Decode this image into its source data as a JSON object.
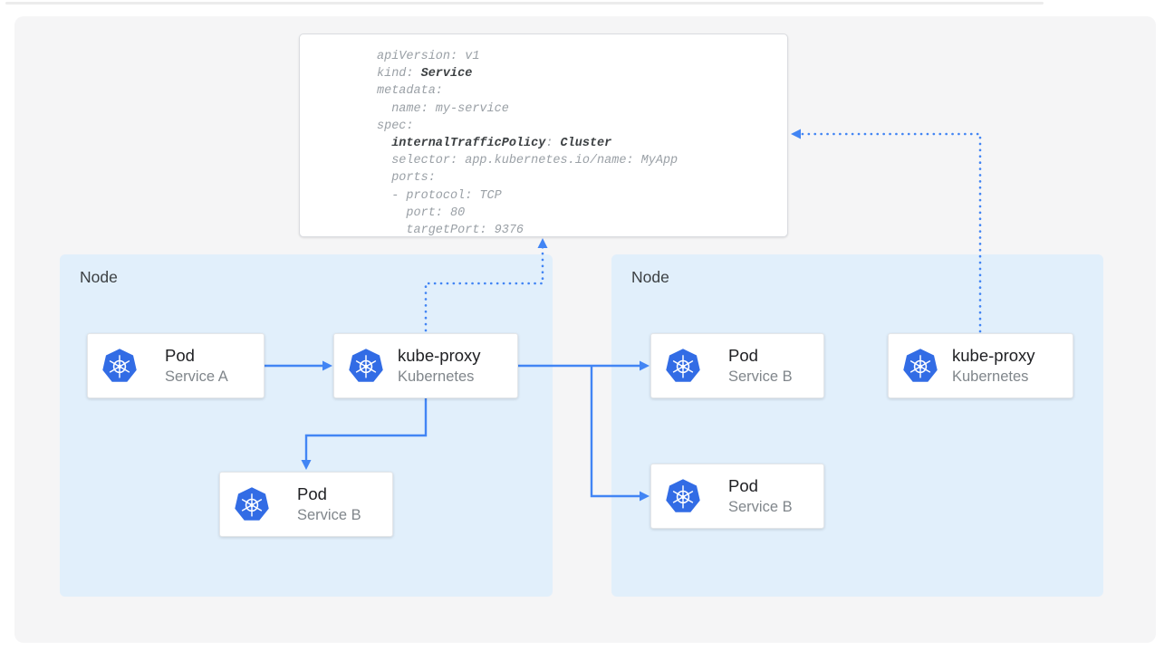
{
  "colors": {
    "arrow": "#4285f4",
    "node_bg": "#e1effb",
    "canvas_bg": "#f5f5f6",
    "k8s_blue": "#326ce5",
    "yaml_text": "#9aa0a6",
    "yaml_bold": "#3c4043"
  },
  "yaml_card": {
    "lines": [
      [
        {
          "t": "apiVersion: v1",
          "b": false
        }
      ],
      [
        {
          "t": "kind: ",
          "b": false
        },
        {
          "t": "Service",
          "b": true
        }
      ],
      [
        {
          "t": "metadata:",
          "b": false
        }
      ],
      [
        {
          "t": "  name: my-service",
          "b": false
        }
      ],
      [
        {
          "t": "spec:",
          "b": false
        }
      ],
      [
        {
          "t": "  ",
          "b": false
        },
        {
          "t": "internalTrafficPolicy",
          "b": true
        },
        {
          "t": ": ",
          "b": false
        },
        {
          "t": "Cluster",
          "b": true
        }
      ],
      [
        {
          "t": "  selector: app.kubernetes.io/name: MyApp",
          "b": false
        }
      ],
      [
        {
          "t": "  ports:",
          "b": false
        }
      ],
      [
        {
          "t": "  - protocol: TCP",
          "b": false
        }
      ],
      [
        {
          "t": "    port: 80",
          "b": false
        }
      ],
      [
        {
          "t": "    targetPort: 9376",
          "b": false
        }
      ]
    ]
  },
  "nodes": [
    {
      "label": "Node",
      "cards": [
        {
          "title": "Pod",
          "subtitle": "Service A"
        },
        {
          "title": "kube-proxy",
          "subtitle": "Kubernetes"
        },
        {
          "title": "Pod",
          "subtitle": "Service B"
        }
      ]
    },
    {
      "label": "Node",
      "cards": [
        {
          "title": "Pod",
          "subtitle": "Service B"
        },
        {
          "title": "Pod",
          "subtitle": "Service B"
        },
        {
          "title": "kube-proxy",
          "subtitle": "Kubernetes"
        }
      ]
    }
  ]
}
